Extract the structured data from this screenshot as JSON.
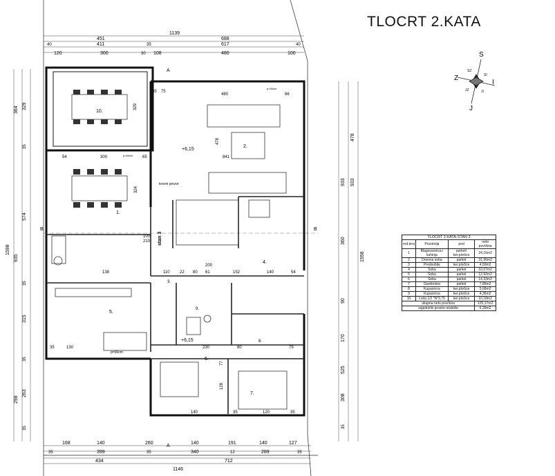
{
  "title": "TLOCRT 2.KATA",
  "compass": {
    "s": "S",
    "z": "Z",
    "i": "I",
    "j": "J",
    "sz": "SZ",
    "si": "SI",
    "jz": "JZ",
    "ji": "JI"
  },
  "top_dims": {
    "total": "1139",
    "row2": [
      "451",
      "688"
    ],
    "row3": [
      "40",
      "411",
      "35",
      "617",
      "40"
    ],
    "row4": [
      "120",
      "300",
      "30",
      "108",
      "480",
      "100"
    ]
  },
  "bottom_dims": {
    "row1": [
      "168",
      "140",
      "260",
      "140",
      "191",
      "140",
      "127"
    ],
    "row2": [
      "35",
      "399",
      "35",
      "340",
      "12",
      "289",
      "35"
    ],
    "row3": [
      "434",
      "712"
    ],
    "total": "1146"
  },
  "left_dims": {
    "outer": "1598",
    "mid": [
      "364",
      "935",
      "298"
    ],
    "inner": [
      "329",
      "35",
      "574",
      "35",
      "315",
      "35",
      "263",
      "35"
    ]
  },
  "right_dims": {
    "outer": "1558",
    "mid": [
      "478",
      "933"
    ],
    "inner": [
      "933",
      "360",
      "90",
      "170",
      "525",
      "308",
      "35"
    ]
  },
  "section_marks": {
    "a_top": "A",
    "a_bottom": "A",
    "b_left": "B",
    "b_right": "B"
  },
  "level_marks": [
    "+6,15",
    "+6,15"
  ],
  "labels": {
    "krovni_prozor": "krovni prozor",
    "stan3": "stan 3",
    "sill_a": "p=90cm",
    "sill_b": "p=60cm",
    "sill_c": "p=90cm"
  },
  "rooms": [
    "1.",
    "2.",
    "3.",
    "4.",
    "5.",
    "6.",
    "7.",
    "8.",
    "9.",
    "10."
  ],
  "inner_dims": [
    "54",
    "300",
    "65",
    "480",
    "66",
    "841",
    "478",
    "35",
    "75",
    "324",
    "138",
    "100",
    "210",
    "110",
    "22",
    "80",
    "61",
    "152",
    "140",
    "54",
    "35",
    "130",
    "230",
    "80",
    "79",
    "140",
    "35",
    "120",
    "35",
    "128",
    "77",
    "200",
    "329"
  ],
  "legend_table": {
    "caption": "TLOCRT 2.KATA-STAN 3",
    "headers": [
      "red.broj",
      "Prostorija",
      "pod",
      "neto površina"
    ],
    "rows": [
      [
        "1",
        "Blagovaonica i kuhinja",
        "parket/ ker.pločice",
        "24,16m2"
      ],
      [
        "2",
        "Dnevna soba",
        "parket",
        "31,96m2"
      ],
      [
        "3",
        "Predsoblje",
        "ker.pločice",
        "4,59m2"
      ],
      [
        "4",
        "Soba",
        "parket",
        "10,07m2"
      ],
      [
        "5",
        "Soba",
        "parket",
        "12,92m2"
      ],
      [
        "6",
        "Soba",
        "parket",
        "14,33m2"
      ],
      [
        "7",
        "Garderoba",
        "parket",
        "7,89m2"
      ],
      [
        "8",
        "Kupaonica",
        "ker.pločice",
        "5,68m2"
      ],
      [
        "9",
        "Kupaonica",
        "ker.pločice",
        "4,36m2"
      ],
      [
        "10",
        "Lođa 1/2 *N*0,75",
        "ker.pločice",
        "10,18m2"
      ]
    ],
    "total_label": "ukupna neto površina",
    "total_value": "125,17m2",
    "shared_label": "zajednički prostor-stubište",
    "shared_value": "6,39m2"
  },
  "colors": {
    "line": "#222222",
    "paper": "#ffffff",
    "thin": "#555555"
  }
}
